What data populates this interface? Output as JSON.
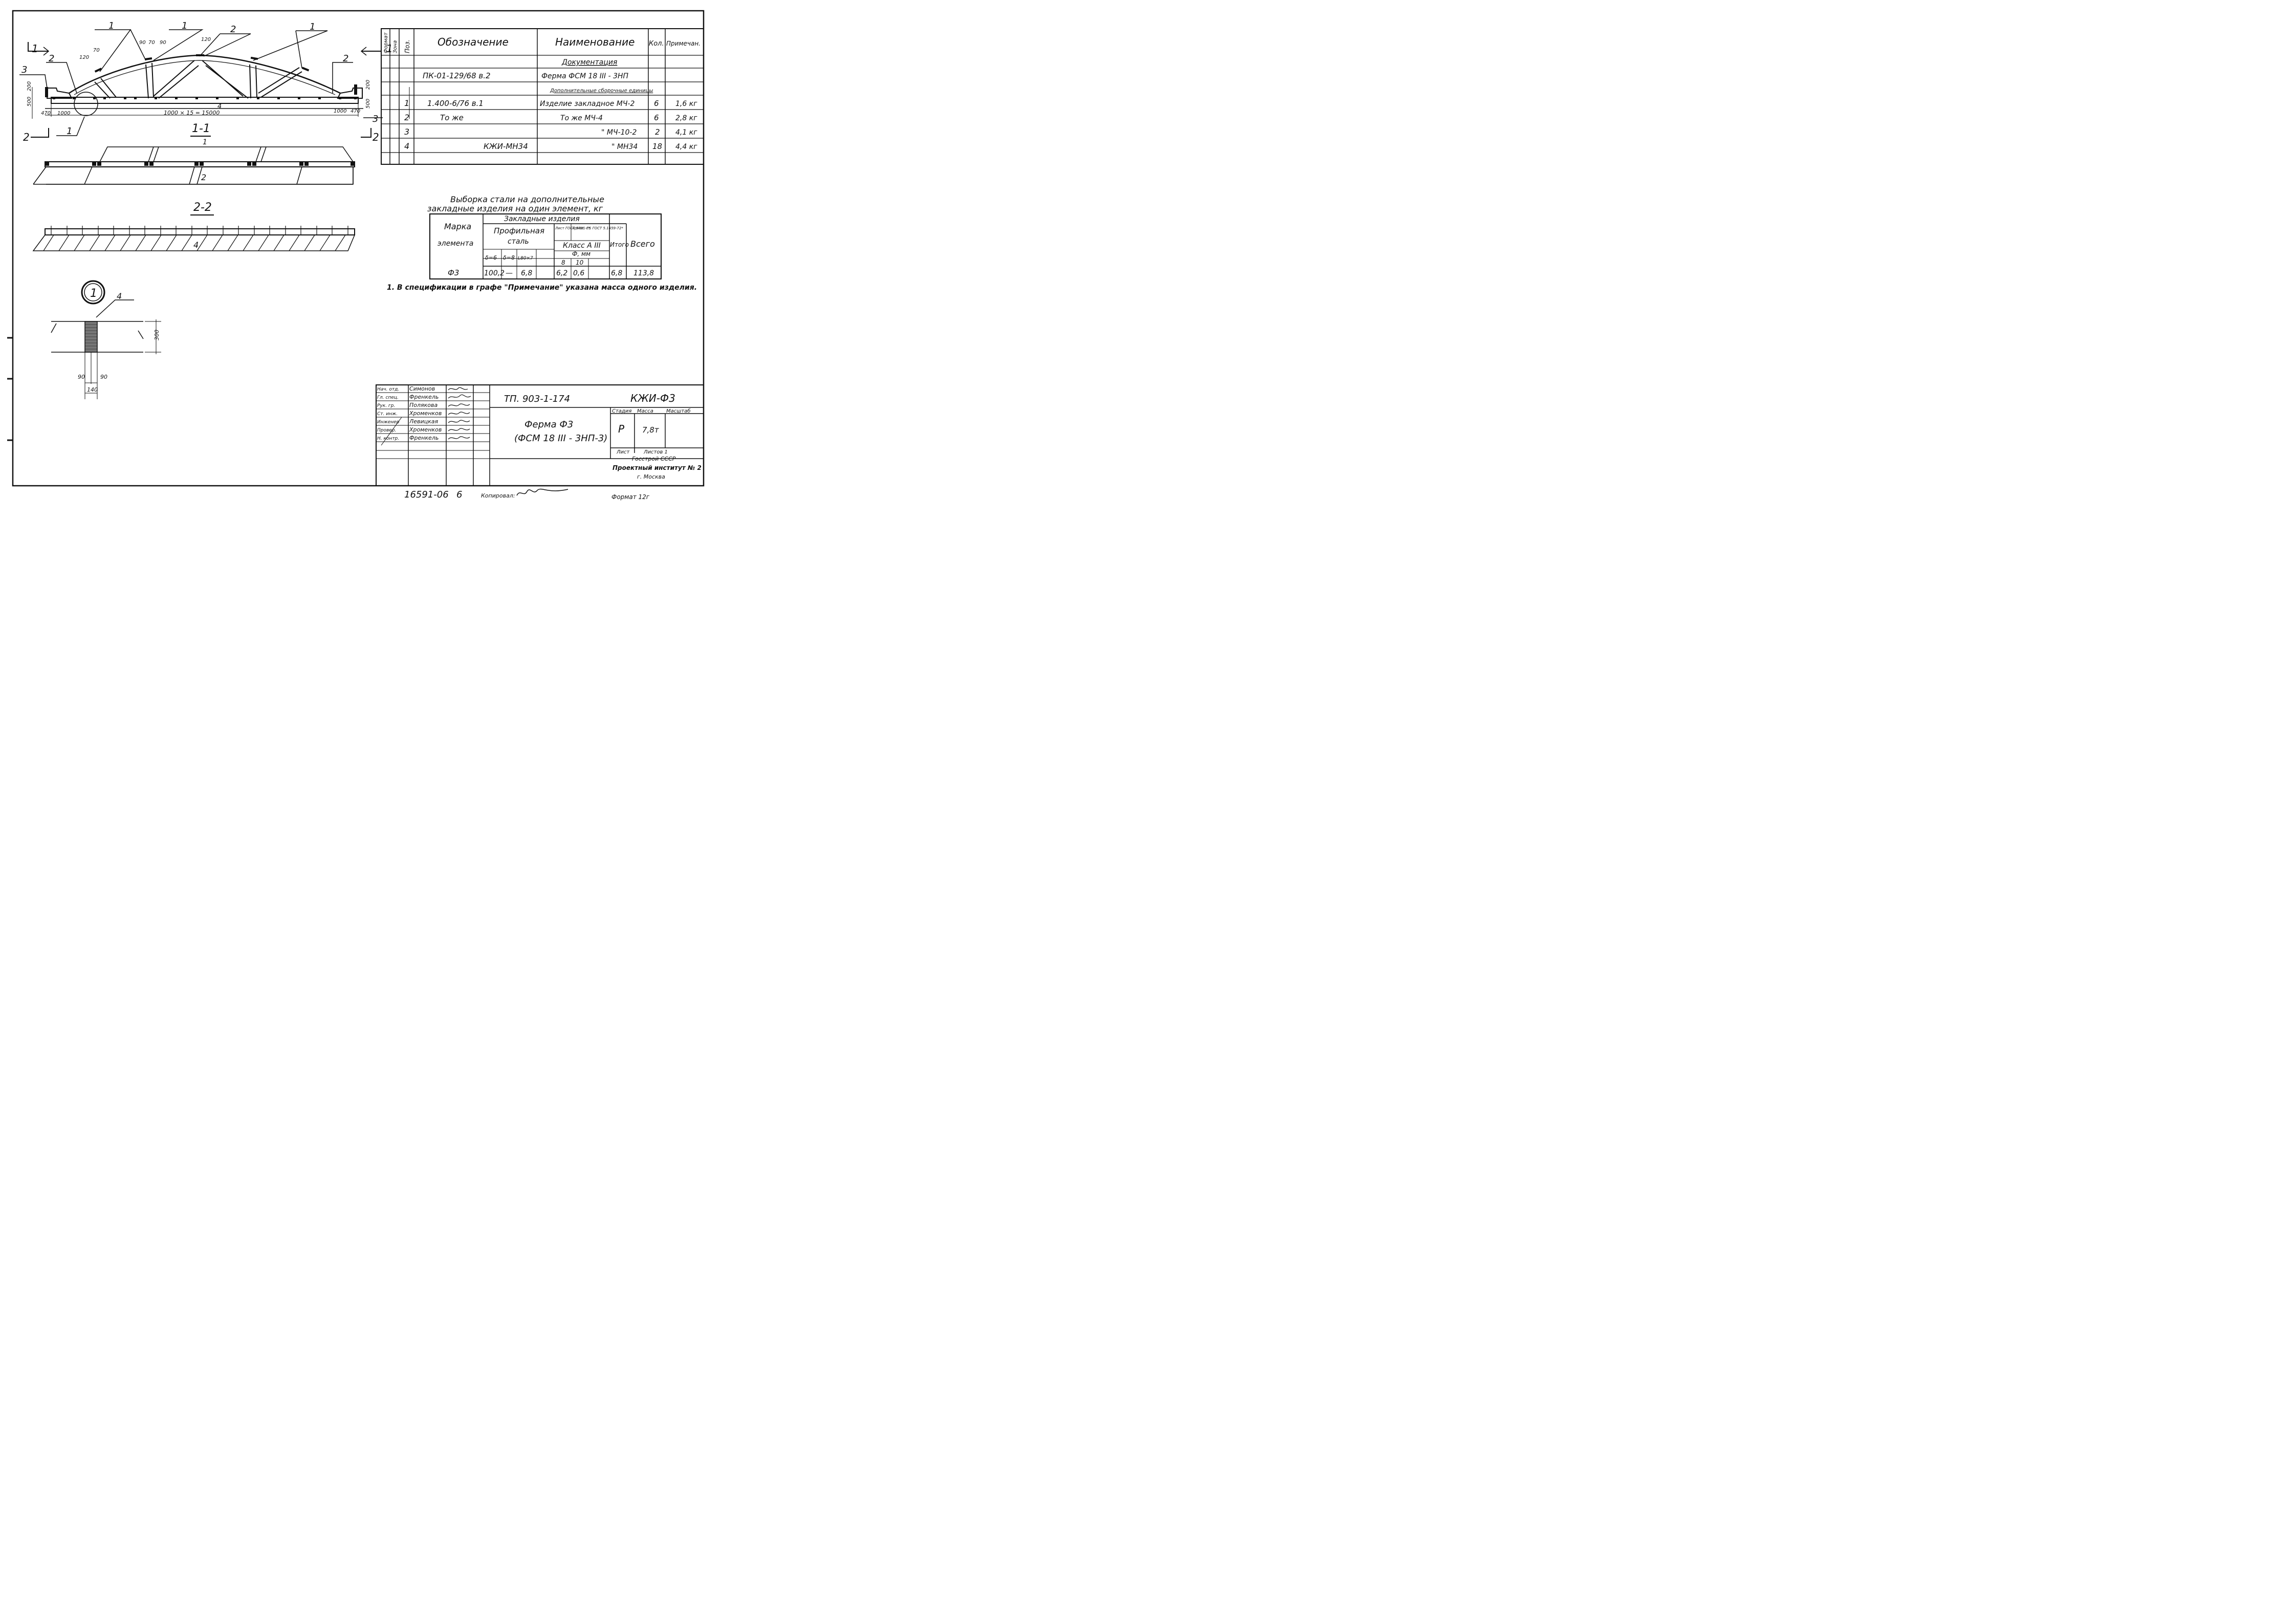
{
  "truss": {
    "sec1": "1",
    "sec2": "2",
    "marks": [
      "1",
      "1",
      "2",
      "1",
      "2",
      "2",
      "3",
      "3",
      "4",
      "1"
    ],
    "dims": {
      "d90a": "90",
      "d70a": "70",
      "d120a": "120",
      "d70b": "70",
      "d90b": "90",
      "d120b": "120",
      "h500": "500",
      "h200": "200",
      "h470L": "470",
      "s1000L": "1000",
      "span": "1000 × 15 = 15000",
      "s1000R": "1000",
      "h470R": "470",
      "h200R": "200",
      "h500R": "500"
    }
  },
  "section11": {
    "title": "1-1",
    "p1": "1",
    "p2": "2"
  },
  "section22": {
    "title": "2-2",
    "p4": "4"
  },
  "detail": {
    "callout": "1",
    "pos": "4",
    "h": "300",
    "w90a": "90",
    "w90b": "90",
    "w140": "140"
  },
  "spec": {
    "col_format": "Формат",
    "col_zone": "Зона",
    "col_pos": "Поз.",
    "col_designation": "Обозначение",
    "col_name": "Наименование",
    "col_qty": "Кол.",
    "col_note": "Примечан.",
    "rows": [
      {
        "pos": "",
        "designation": "",
        "name": "Документация",
        "qty": "",
        "note": ""
      },
      {
        "pos": "",
        "designation": "ПК-01-129/68 в.2",
        "name": "Ферма ФСМ 18 III - 3НП",
        "qty": "",
        "note": ""
      },
      {
        "pos": "",
        "designation": "",
        "name": "Дополнительные сборочные единицы",
        "qty": "",
        "note": ""
      },
      {
        "pos": "1",
        "designation": "1.400-6/76 в.1",
        "name": "Изделие закладное МЧ-2",
        "qty": "6",
        "note": "1,6 кг"
      },
      {
        "pos": "2",
        "designation": "То же",
        "name": "То же МЧ-4",
        "qty": "6",
        "note": "2,8 кг"
      },
      {
        "pos": "3",
        "designation": "",
        "name": "\" МЧ-10-2",
        "qty": "2",
        "note": "4,1 кг"
      },
      {
        "pos": "4",
        "designation": "КЖИ-МН34",
        "name": "\" МН34",
        "qty": "18",
        "note": "4,4 кг"
      },
      {
        "pos": "",
        "designation": "",
        "name": "",
        "qty": "",
        "note": ""
      }
    ]
  },
  "steel": {
    "title1": "Выборка стали на дополнительные",
    "title2": "закладные изделия на один элемент, кг",
    "h_mark1": "Марка",
    "h_mark2": "элемента",
    "h_group": "Закладные изделия",
    "h_profile1": "Профильная",
    "h_profile2": "сталь",
    "h_gost": "Лист ГОСТ 5781-75",
    "h_armat": "Армат. ст. ГОСТ 5.1459-72*",
    "h_class": "Класс А III",
    "h_phi": "Ф, мм",
    "h_d6": "δ=6",
    "h_d8": "δ=8",
    "h_l80": "L80×7",
    "h_8": "8",
    "h_10": "10",
    "h_itogo": "Итого",
    "h_vsego": "Всего",
    "row": {
      "mark": "Ф3",
      "d6": "100,2",
      "d8": "—",
      "l80": "6,8",
      "gost": "",
      "a8": "6,2",
      "a10": "0,6",
      "itogo": "6,8",
      "vsego": "113,8"
    }
  },
  "note": "1. В спецификации в графе \"Примечание\" указана масса одного изделия.",
  "stamp": {
    "roles": [
      "Нач. отд.",
      "Гл. спец.",
      "Рук. гр.",
      "Ст. инж.",
      "Инженер",
      "Провер.",
      "Н. контр."
    ],
    "names": [
      "Симонов",
      "Френкель",
      "Полякова",
      "Хроменков",
      "Левицкая",
      "Хроменков",
      "Френкель"
    ],
    "code": "ТП. 903-1-174",
    "mark": "КЖИ-Ф3",
    "title1": "Ферма Ф3",
    "title2": "(ФСМ 18 III - 3НП-3)",
    "h_stage": "Стадия",
    "h_mass": "Масса",
    "h_scale": "Масштаб",
    "stage": "Р",
    "mass": "7,8т",
    "sheet": "Лист",
    "sheets": "Листов 1",
    "org1": "Госстрой СССР",
    "org2": "Проектный институт № 2",
    "org3": "г. Москва"
  },
  "footer": {
    "number": "16591-06",
    "n": "6",
    "copied": "Копировал:",
    "format": "Формат 12г"
  }
}
